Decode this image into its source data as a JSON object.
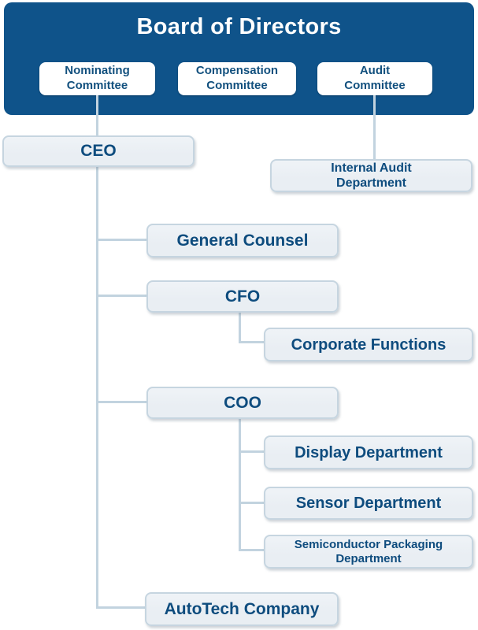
{
  "diagram": {
    "title": "Board of Directors",
    "committees": [
      {
        "label": "Nominating\nCommittee"
      },
      {
        "label": "Compensation\nCommittee"
      },
      {
        "label": "Audit\nCommittee"
      }
    ],
    "nodes": {
      "ceo": "CEO",
      "internal_audit": "Internal Audit\nDepartment",
      "general_counsel": "General Counsel",
      "cfo": "CFO",
      "corporate_functions": "Corporate Functions",
      "coo": "COO",
      "display_department": "Display Department",
      "sensor_department": "Sensor Department",
      "semiconductor_packaging": "Semiconductor Packaging\nDepartment",
      "autotech": "AutoTech Company"
    },
    "colors": {
      "header_bg": "#0F538A",
      "header_text": "#FFFFFF",
      "committee_bg": "#FFFFFF",
      "committee_text": "#12507E",
      "node_bg": "#E9EEF3",
      "node_border": "#C6D5E0",
      "node_text": "#0E4C7E",
      "connector": "#C2D3DF"
    }
  }
}
